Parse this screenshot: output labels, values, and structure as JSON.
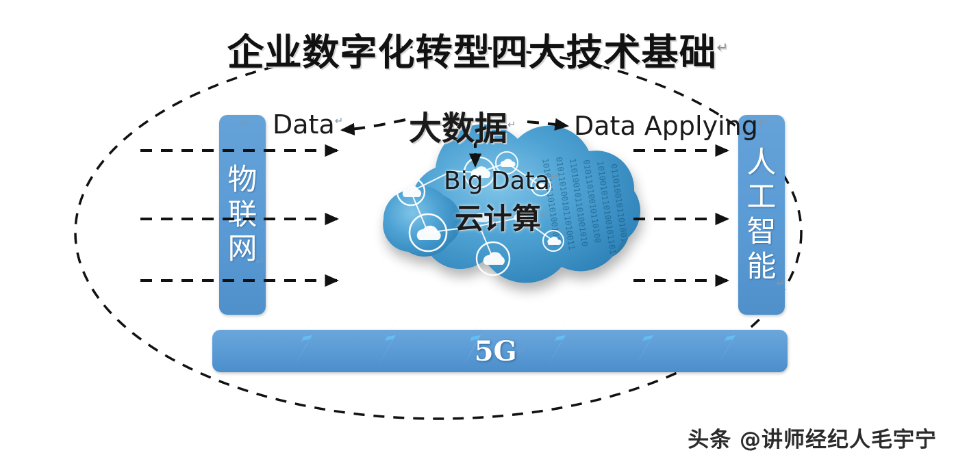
{
  "title": {
    "text": "企业数字化转型四大技术基础",
    "paragraph_mark": "↵"
  },
  "pillars": {
    "left": {
      "name": "物联网",
      "chars": [
        "物",
        "联",
        "网"
      ],
      "top_mark": "↵",
      "bottom_mark": "↵"
    },
    "right": {
      "name": "人工智能",
      "chars": [
        "人",
        "工",
        "智",
        "能"
      ],
      "bottom_mark": "↵"
    }
  },
  "center": {
    "big_data_cn": "大数据",
    "big_data_en": "Big Data",
    "cloud_computing_cn": "云计算",
    "big_data_mark": "↵",
    "big_data_en_mark": "↵",
    "cloud_mark": "↵"
  },
  "flow_labels": {
    "data_in": "Data",
    "data_in_mark": "↵",
    "data_applying": "Data Applying",
    "data_applying_mark": "↵"
  },
  "foundation": {
    "label": "5G",
    "mark": "↵",
    "bolt_count": 6
  },
  "watermark": {
    "text": "头条 @讲师经纪人毛宇宁"
  },
  "colors": {
    "pillar_blue": "#5B9BD5",
    "bar_blue": "#5B9BD5",
    "bolt_blue": "#6EC3F5",
    "cloud_blue": "#2E86C1",
    "dash_black": "#111111",
    "title_black": "#111111"
  },
  "chart_data": {
    "type": "diagram",
    "title": "企业数字化转型四大技术基础",
    "nodes": [
      {
        "id": "iot",
        "label": "物联网",
        "role": "data-source-pillar"
      },
      {
        "id": "bigdata",
        "label": "大数据 / Big Data",
        "role": "center-cloud"
      },
      {
        "id": "cloud",
        "label": "云计算",
        "role": "center-cloud"
      },
      {
        "id": "ai",
        "label": "人工智能",
        "role": "data-consumer-pillar"
      },
      {
        "id": "5g",
        "label": "5G",
        "role": "foundation-bar"
      }
    ],
    "edges": [
      {
        "from": "iot",
        "to": "bigdata",
        "label": "Data",
        "style": "dashed-arrow",
        "count": 3
      },
      {
        "from": "bigdata",
        "to": "ai",
        "label": "Data Applying",
        "style": "dashed-arrow",
        "count": 3
      },
      {
        "from": "bigdata",
        "to": "cloud",
        "style": "dashed-arrow-down"
      }
    ],
    "boundary": "dashed-ellipse"
  }
}
